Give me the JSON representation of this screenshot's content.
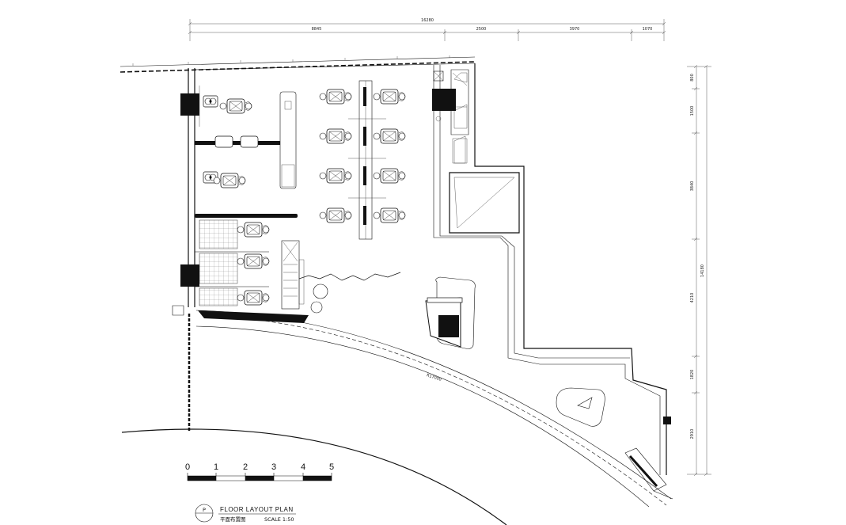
{
  "dimensions": {
    "top_total": "16280",
    "top_segments": [
      "8845",
      "2500",
      "3970",
      "1070"
    ],
    "right_total": "14180",
    "right_segments": [
      "800",
      "1500",
      "3840",
      "4210",
      "1820",
      "2910"
    ],
    "curve_label": "R17000"
  },
  "scale_bar": {
    "ticks": [
      "0",
      "1",
      "2",
      "3",
      "4",
      "5"
    ]
  },
  "title_block": {
    "symbol": "P",
    "title_en": "FLOOR LAYOUT PLAN",
    "title_cn": "平面布置图",
    "scale": "SCALE 1:50"
  }
}
